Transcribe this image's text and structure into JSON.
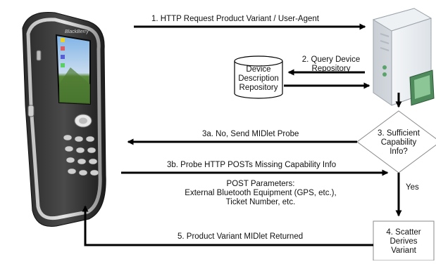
{
  "phone": {
    "brand": "BlackBerry"
  },
  "repository": {
    "label": "Device\nDescription\nRepository"
  },
  "decision": {
    "label": "3. Sufficient\nCapability\nInfo?"
  },
  "scatter": {
    "label": "4. Scatter\nDerives\nVariant"
  },
  "steps": {
    "request": "1. HTTP Request Product Variant / User-Agent",
    "query": "2. Query Device\nRepository",
    "no_probe": "3a. No, Send MIDlet Probe",
    "probe_posts": "3b. Probe HTTP POSTs Missing Capability Info",
    "post_params": "POST Parameters:\nExternal Bluetooth Equipment (GPS, etc.),\nTicket Number, etc.",
    "yes": "Yes",
    "returned": "5. Product Variant MIDlet Returned"
  }
}
